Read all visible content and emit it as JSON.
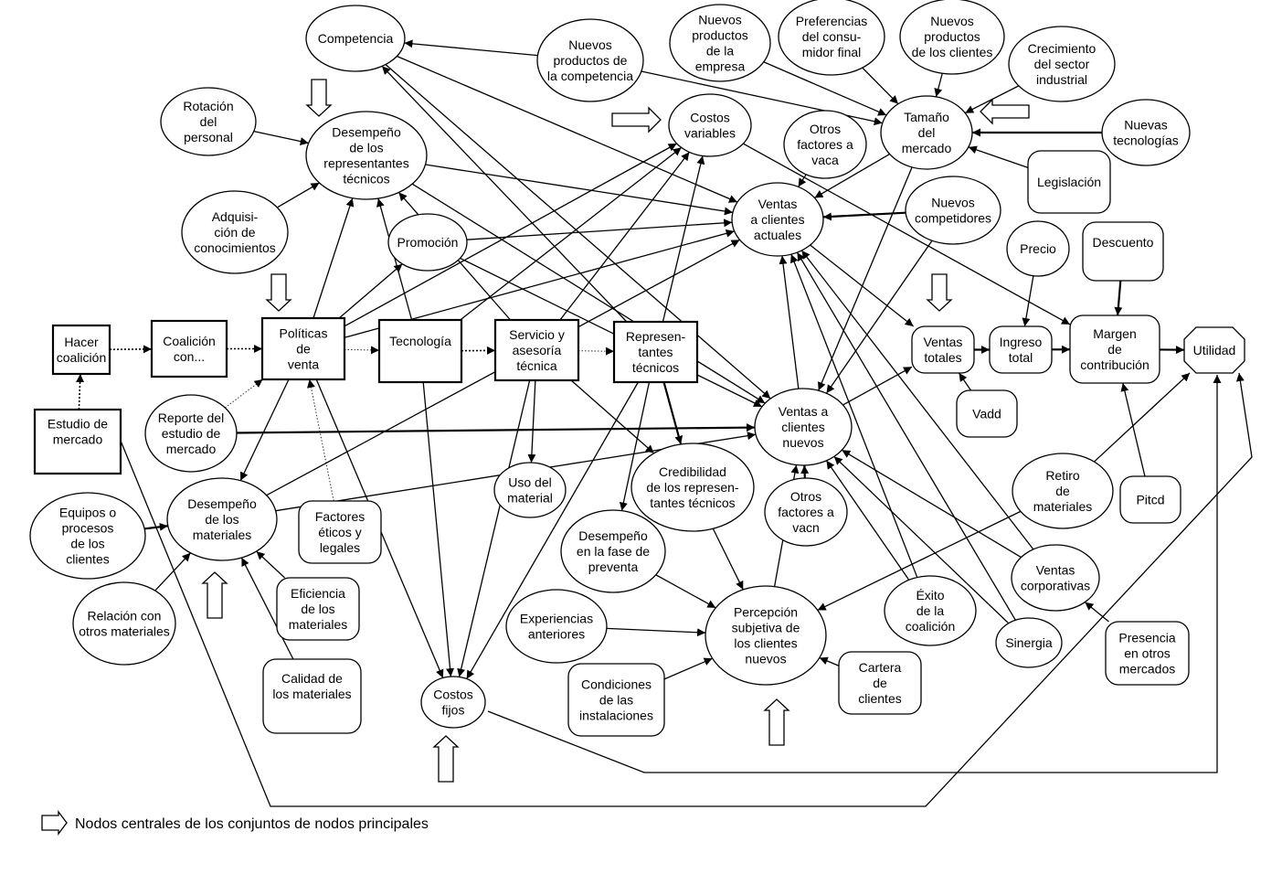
{
  "legend": {
    "label": "Nodos centrales de los conjuntos de nodos principales",
    "icon": "hollow-arrow-icon"
  },
  "colors": {
    "stroke": "#000000",
    "fill": "#ffffff"
  },
  "nodes": [
    {
      "id": "competencia",
      "shape": "ellipse",
      "lines": [
        "Competencia"
      ]
    },
    {
      "id": "rotacion",
      "shape": "ellipse",
      "lines": [
        "Rotación",
        "del",
        "personal"
      ]
    },
    {
      "id": "desemp_rep",
      "shape": "ellipse",
      "lines": [
        "Desempeño",
        "de los",
        "representantes",
        "técnicos"
      ]
    },
    {
      "id": "adquisicion",
      "shape": "ellipse",
      "lines": [
        "Adquisi-",
        "ción de",
        "conocimientos"
      ]
    },
    {
      "id": "promocion",
      "shape": "ellipse",
      "lines": [
        "Promoción"
      ]
    },
    {
      "id": "nuevos_prod_comp",
      "shape": "ellipse",
      "lines": [
        "Nuevos",
        "productos de",
        "la competencia"
      ]
    },
    {
      "id": "nuevos_prod_emp",
      "shape": "ellipse",
      "lines": [
        "Nuevos",
        "productos",
        "de la",
        "empresa"
      ]
    },
    {
      "id": "preferencias",
      "shape": "ellipse",
      "lines": [
        "Preferencias",
        "del consu-",
        "midor final"
      ]
    },
    {
      "id": "nuevos_prod_cli",
      "shape": "ellipse",
      "lines": [
        "Nuevos",
        "productos",
        "de los clientes"
      ]
    },
    {
      "id": "crecimiento",
      "shape": "ellipse",
      "lines": [
        "Crecimiento",
        "del sector",
        "industrial"
      ]
    },
    {
      "id": "costos_var",
      "shape": "ellipse",
      "lines": [
        "Costos",
        "variables"
      ]
    },
    {
      "id": "otros_vaca",
      "shape": "ellipse",
      "lines": [
        "Otros",
        "factores a",
        "vaca"
      ]
    },
    {
      "id": "tamano",
      "shape": "ellipse",
      "lines": [
        "Tamaño",
        "del",
        "mercado"
      ]
    },
    {
      "id": "nuevas_tec",
      "shape": "ellipse",
      "lines": [
        "Nuevas",
        "tecnologías"
      ]
    },
    {
      "id": "legislacion",
      "shape": "rounded",
      "lines": [
        "Legislación"
      ]
    },
    {
      "id": "ventas_act",
      "shape": "ellipse",
      "lines": [
        "Ventas",
        "a clientes",
        "actuales"
      ]
    },
    {
      "id": "nuevos_comp",
      "shape": "ellipse",
      "lines": [
        "Nuevos",
        "competidores"
      ]
    },
    {
      "id": "precio",
      "shape": "ellipse",
      "lines": [
        "Precio"
      ]
    },
    {
      "id": "descuento",
      "shape": "rounded",
      "lines": [
        "Descuento"
      ]
    },
    {
      "id": "hacer_coal",
      "shape": "rect",
      "lines": [
        "Hacer",
        "coalición"
      ]
    },
    {
      "id": "coal_con",
      "shape": "rect",
      "lines": [
        "Coalición",
        "con..."
      ]
    },
    {
      "id": "politicas",
      "shape": "rect",
      "lines": [
        "Políticas",
        "de",
        "venta"
      ]
    },
    {
      "id": "tecnologia",
      "shape": "rect",
      "lines": [
        "Tecnología"
      ]
    },
    {
      "id": "servicio",
      "shape": "rect",
      "lines": [
        "Servicio y",
        "asesoría",
        "técnica"
      ]
    },
    {
      "id": "representantes",
      "shape": "rect",
      "lines": [
        "Represen-",
        "tantes",
        "técnicos"
      ]
    },
    {
      "id": "ventas_tot",
      "shape": "rounded",
      "lines": [
        "Ventas",
        "totales"
      ]
    },
    {
      "id": "ingreso",
      "shape": "rounded",
      "lines": [
        "Ingreso",
        "total"
      ]
    },
    {
      "id": "margen",
      "shape": "rounded",
      "lines": [
        "Margen",
        "de",
        "contribución"
      ]
    },
    {
      "id": "utilidad",
      "shape": "octagon",
      "lines": [
        "Utilidad"
      ]
    },
    {
      "id": "estudio",
      "shape": "rect",
      "lines": [
        "Estudio de",
        "mercado"
      ]
    },
    {
      "id": "reporte",
      "shape": "ellipse",
      "lines": [
        "Reporte del",
        "estudio de",
        "mercado"
      ]
    },
    {
      "id": "ventas_nuev",
      "shape": "ellipse",
      "lines": [
        "Ventas a",
        "clientes",
        "nuevos"
      ]
    },
    {
      "id": "vadd",
      "shape": "rounded",
      "lines": [
        "Vadd"
      ]
    },
    {
      "id": "uso_mat",
      "shape": "ellipse",
      "lines": [
        "Uso del",
        "material"
      ]
    },
    {
      "id": "credibilidad",
      "shape": "ellipse",
      "lines": [
        "Credibilidad",
        "de los represen-",
        "tantes técnicos"
      ]
    },
    {
      "id": "otros_vacn",
      "shape": "ellipse",
      "lines": [
        "Otros",
        "factores a",
        "vacn"
      ]
    },
    {
      "id": "retiro",
      "shape": "ellipse",
      "lines": [
        "Retiro",
        "de",
        "materiales"
      ]
    },
    {
      "id": "pitcd",
      "shape": "rounded",
      "lines": [
        "Pitcd"
      ]
    },
    {
      "id": "equipos",
      "shape": "ellipse",
      "lines": [
        "Equipos o",
        "procesos",
        "de los",
        "clientes"
      ]
    },
    {
      "id": "desemp_mat",
      "shape": "ellipse",
      "lines": [
        "Desempeño",
        "de los",
        "materiales"
      ]
    },
    {
      "id": "factores_eticos",
      "shape": "rounded",
      "lines": [
        "Factores",
        "éticos y",
        "legales"
      ]
    },
    {
      "id": "desemp_prev",
      "shape": "ellipse",
      "lines": [
        "Desempeño",
        "en la fase de",
        "preventa"
      ]
    },
    {
      "id": "relacion",
      "shape": "ellipse",
      "lines": [
        "Relación con",
        "otros materiales"
      ]
    },
    {
      "id": "eficiencia",
      "shape": "rounded",
      "lines": [
        "Eficiencia",
        "de los",
        "materiales"
      ]
    },
    {
      "id": "experiencias",
      "shape": "ellipse",
      "lines": [
        "Experiencias",
        "anteriores"
      ]
    },
    {
      "id": "percepcion",
      "shape": "ellipse",
      "lines": [
        "Percepción",
        "subjetiva de",
        "los clientes",
        "nuevos"
      ]
    },
    {
      "id": "exito",
      "shape": "ellipse",
      "lines": [
        "Éxito",
        "de la",
        "coalición"
      ]
    },
    {
      "id": "ventas_corp",
      "shape": "ellipse",
      "lines": [
        "Ventas",
        "corporativas"
      ]
    },
    {
      "id": "calidad",
      "shape": "rounded",
      "lines": [
        "Calidad de",
        "los materiales"
      ]
    },
    {
      "id": "condiciones",
      "shape": "rounded",
      "lines": [
        "Condiciones",
        "de las",
        "instalaciones"
      ]
    },
    {
      "id": "cartera",
      "shape": "rounded",
      "lines": [
        "Cartera",
        "de",
        "clientes"
      ]
    },
    {
      "id": "sinergia",
      "shape": "ellipse",
      "lines": [
        "Sinergia"
      ]
    },
    {
      "id": "presencia",
      "shape": "rounded",
      "lines": [
        "Presencia",
        "en otros",
        "mercados"
      ]
    },
    {
      "id": "costos_fijos",
      "shape": "ellipse",
      "lines": [
        "Costos",
        "fijos"
      ]
    }
  ],
  "edges": [
    {
      "from": "rotacion",
      "to": "desemp_rep"
    },
    {
      "from": "adquisicion",
      "to": "desemp_rep"
    },
    {
      "from": "nuevos_prod_comp",
      "to": "competencia"
    },
    {
      "from": "nuevos_prod_comp",
      "to": "tamano"
    },
    {
      "from": "nuevos_prod_emp",
      "to": "tamano"
    },
    {
      "from": "preferencias",
      "to": "tamano"
    },
    {
      "from": "nuevos_prod_cli",
      "to": "tamano"
    },
    {
      "from": "crecimiento",
      "to": "tamano"
    },
    {
      "from": "nuevas_tec",
      "to": "tamano",
      "style": "bold"
    },
    {
      "from": "legislacion",
      "to": "tamano"
    },
    {
      "from": "tamano",
      "to": "ventas_act"
    },
    {
      "from": "tamano",
      "to": "ventas_nuev"
    },
    {
      "from": "otros_vaca",
      "to": "ventas_act"
    },
    {
      "from": "nuevos_comp",
      "to": "ventas_act",
      "style": "bold"
    },
    {
      "from": "nuevos_comp",
      "to": "ventas_nuev"
    },
    {
      "from": "competencia",
      "to": "ventas_act"
    },
    {
      "from": "competencia",
      "to": "ventas_nuev"
    },
    {
      "from": "desemp_rep",
      "to": "ventas_act"
    },
    {
      "from": "desemp_rep",
      "to": "ventas_nuev"
    },
    {
      "from": "promocion",
      "to": "ventas_act"
    },
    {
      "from": "promocion",
      "to": "ventas_nuev"
    },
    {
      "from": "politicas",
      "to": "desemp_rep"
    },
    {
      "from": "politicas",
      "to": "promocion"
    },
    {
      "from": "politicas",
      "to": "costos_var"
    },
    {
      "from": "politicas",
      "to": "ventas_act"
    },
    {
      "from": "politicas",
      "to": "desemp_mat"
    },
    {
      "from": "politicas",
      "to": "costos_fijos"
    },
    {
      "from": "tecnologia",
      "to": "desemp_rep"
    },
    {
      "from": "tecnologia",
      "to": "costos_var"
    },
    {
      "from": "tecnologia",
      "to": "costos_fijos"
    },
    {
      "from": "servicio",
      "to": "desemp_rep"
    },
    {
      "from": "servicio",
      "to": "costos_var"
    },
    {
      "from": "servicio",
      "to": "uso_mat"
    },
    {
      "from": "servicio",
      "to": "credibilidad"
    },
    {
      "from": "servicio",
      "to": "costos_fijos"
    },
    {
      "from": "representantes",
      "to": "competencia"
    },
    {
      "from": "representantes",
      "to": "costos_var"
    },
    {
      "from": "representantes",
      "to": "credibilidad",
      "style": "bold"
    },
    {
      "from": "representantes",
      "to": "desemp_prev"
    },
    {
      "from": "representantes",
      "to": "costos_fijos"
    },
    {
      "from": "hacer_coal",
      "to": "coal_con",
      "style": "dotted"
    },
    {
      "from": "coal_con",
      "to": "politicas",
      "style": "dotted"
    },
    {
      "from": "politicas",
      "to": "tecnologia",
      "style": "dotted-thin"
    },
    {
      "from": "tecnologia",
      "to": "servicio",
      "style": "dotted"
    },
    {
      "from": "servicio",
      "to": "representantes",
      "style": "dotted-thin"
    },
    {
      "from": "estudio",
      "to": "hacer_coal",
      "style": "dotted"
    },
    {
      "from": "reporte",
      "to": "politicas",
      "style": "dotted-thin"
    },
    {
      "from": "factores_eticos",
      "to": "politicas",
      "style": "dotted-thin"
    },
    {
      "from": "reporte",
      "to": "ventas_nuev",
      "style": "bold"
    },
    {
      "from": "desemp_mat",
      "to": "ventas_act"
    },
    {
      "from": "desemp_mat",
      "to": "ventas_nuev"
    },
    {
      "from": "equipos",
      "to": "desemp_mat",
      "style": "bold"
    },
    {
      "from": "relacion",
      "to": "desemp_mat"
    },
    {
      "from": "calidad",
      "to": "desemp_mat"
    },
    {
      "from": "eficiencia",
      "to": "desemp_mat"
    },
    {
      "from": "ventas_act",
      "to": "ventas_tot"
    },
    {
      "from": "ventas_nuev",
      "to": "ventas_tot"
    },
    {
      "from": "ventas_nuev",
      "to": "ventas_act"
    },
    {
      "from": "vadd",
      "to": "ventas_tot"
    },
    {
      "from": "ventas_tot",
      "to": "ingreso",
      "style": "bold"
    },
    {
      "from": "precio",
      "to": "ingreso"
    },
    {
      "from": "ingreso",
      "to": "margen",
      "style": "bold"
    },
    {
      "from": "descuento",
      "to": "margen",
      "style": "bold"
    },
    {
      "from": "costos_var",
      "to": "margen"
    },
    {
      "from": "pitcd",
      "to": "margen"
    },
    {
      "from": "margen",
      "to": "utilidad",
      "style": "bold"
    },
    {
      "from": "retiro",
      "to": "utilidad"
    },
    {
      "from": "retiro",
      "to": "percepcion"
    },
    {
      "from": "otros_vacn",
      "to": "ventas_nuev",
      "style": "bold"
    },
    {
      "from": "percepcion",
      "to": "ventas_nuev"
    },
    {
      "from": "credibilidad",
      "to": "percepcion"
    },
    {
      "from": "desemp_prev",
      "to": "percepcion"
    },
    {
      "from": "experiencias",
      "to": "percepcion"
    },
    {
      "from": "condiciones",
      "to": "percepcion"
    },
    {
      "from": "cartera",
      "to": "percepcion"
    },
    {
      "from": "exito",
      "to": "ventas_nuev"
    },
    {
      "from": "exito",
      "to": "ventas_act"
    },
    {
      "from": "ventas_corp",
      "to": "ventas_nuev"
    },
    {
      "from": "ventas_corp",
      "to": "ventas_act"
    },
    {
      "from": "sinergia",
      "to": "ventas_nuev"
    },
    {
      "from": "sinergia",
      "to": "ventas_act"
    },
    {
      "from": "presencia",
      "to": "ventas_corp"
    }
  ],
  "central_nodes": [
    "competencia",
    "desemp_rep",
    "costos_var",
    "tamano",
    "politicas",
    "ventas_tot",
    "desemp_mat",
    "costos_fijos",
    "percepcion"
  ]
}
